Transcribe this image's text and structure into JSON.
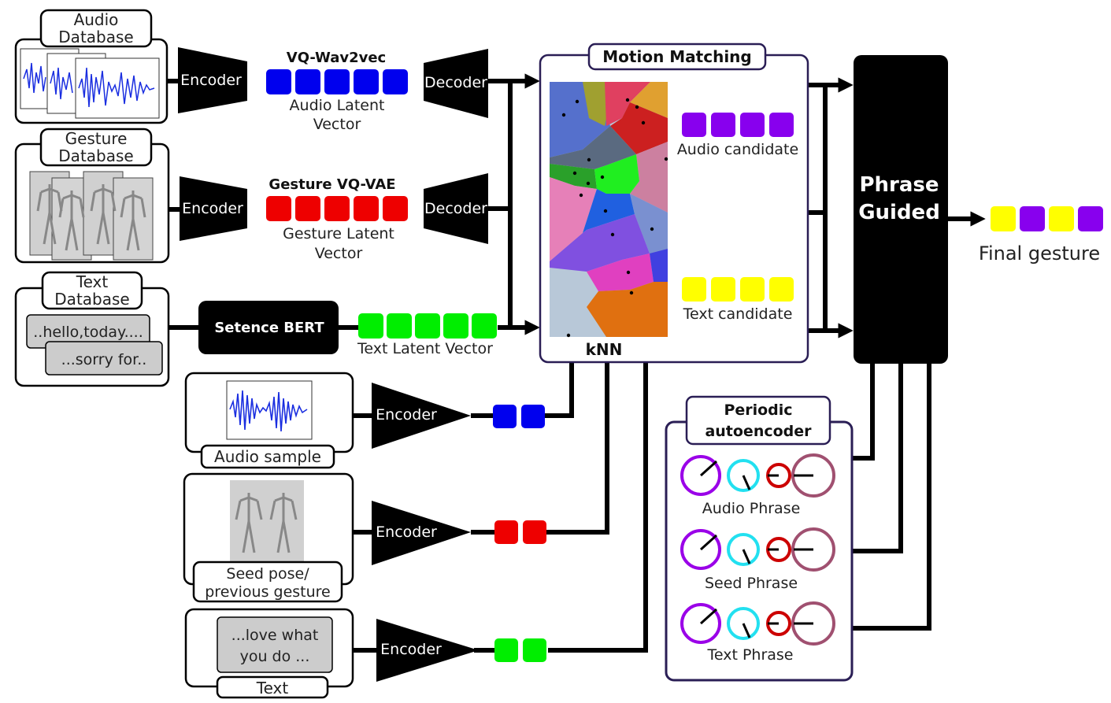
{
  "databases": {
    "audio": {
      "title_line1": "Audio",
      "title_line2": "Database"
    },
    "gesture": {
      "title_line1": "Gesture",
      "title_line2": "Database"
    },
    "text": {
      "title_line1": "Text",
      "title_line2": "Database",
      "snippet1": "..hello,today....",
      "snippet2": "...sorry for.."
    }
  },
  "encoders": {
    "label": "Encoder"
  },
  "decoders": {
    "label": "Decoder"
  },
  "vq_wav2vec": {
    "title": "VQ-Wav2vec",
    "caption_line1": "Audio Latent",
    "caption_line2": "Vector"
  },
  "gesture_vqvae": {
    "title": "Gesture VQ-VAE",
    "caption_line1": "Gesture Latent",
    "caption_line2": "Vector"
  },
  "sentence_bert": {
    "label": "Setence BERT",
    "caption": "Text Latent Vector"
  },
  "motion_matching": {
    "title": "Motion Matching",
    "knn_label": "kNN",
    "audio_candidate": "Audio candidate",
    "text_candidate": "Text candidate"
  },
  "phrase_guided": {
    "line1": "Phrase",
    "line2": "Guided"
  },
  "final_gesture": {
    "label": "Final gesture"
  },
  "inputs": {
    "audio_sample": "Audio sample",
    "seed_pose_line1": "Seed pose/",
    "seed_pose_line2": "previous gesture",
    "text_label": "Text",
    "text_snippet_line1": "...love what",
    "text_snippet_line2": "you do ..."
  },
  "periodic_autoencoder": {
    "title_line1": "Periodic",
    "title_line2": "autoencoder",
    "phrases": [
      "Audio Phrase",
      "Seed Phrase",
      "Text Phrase"
    ]
  },
  "colors": {
    "audio_latent": "#0000ee",
    "gesture_latent": "#ee0000",
    "text_latent": "#00ee00",
    "audio_candidate": "#8800ee",
    "text_candidate": "#ffff00",
    "phase_purple": "#9a00e8",
    "phase_cyan": "#22e0f0",
    "phase_red": "#cc0000",
    "phase_mauve": "#a05070"
  }
}
